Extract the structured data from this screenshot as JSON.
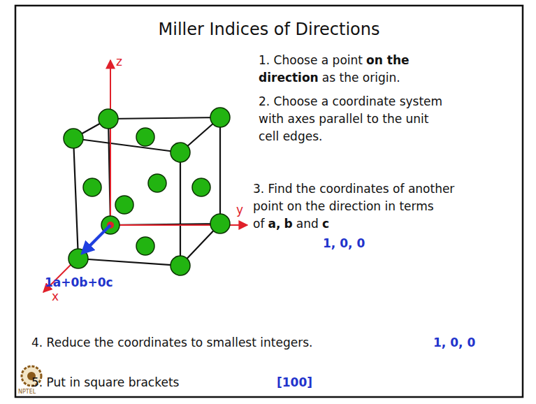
{
  "diagram": {
    "title": "Miller Indices of Directions",
    "labels": [
      "z",
      "y",
      "x",
      "1. Choose a point",
      "on the direction",
      "as the origin.",
      "2. Choose a coordinate system with axes parallel to the unit cell edges.",
      "3. Find the coordinates of another point on the direction in terms of",
      "a",
      ",",
      "b",
      "and",
      "c",
      "1, 0, 0",
      "1a+0b+0c",
      "4. Reduce the coordinates to smallest integers.",
      "1, 0, 0",
      "5. Put in square brackets",
      "[100]",
      "NPTEL"
    ]
  }
}
